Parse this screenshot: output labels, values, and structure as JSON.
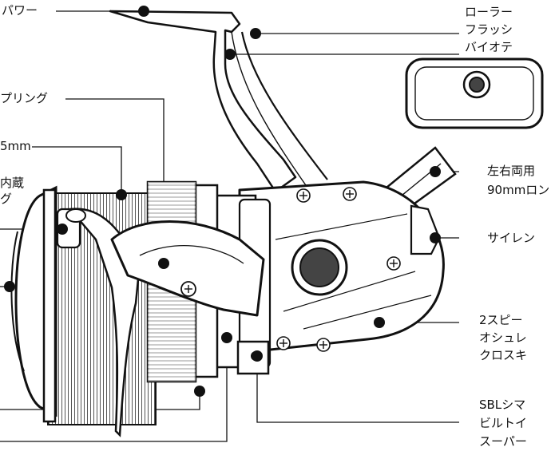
{
  "callouts": {
    "top_left": "パワー",
    "spring": "プリング",
    "size": "5mm",
    "builtin": "内蔵",
    "builtin_sub": "グ",
    "roller": "ローラー",
    "flash": "フラッシ",
    "bio": "バイオテ",
    "handle_1": "左右両用",
    "handle_2": "90mmロン",
    "silent": "サイレン",
    "speed_1": "2スピー",
    "speed_2": "オシュレ",
    "speed_3": "クロスキ",
    "sbl_1": "SBLシマ",
    "sbl_2": "ビルトイ",
    "sbl_3": "スーパー"
  },
  "colors": {
    "line": "#111111",
    "body": "#ffffff",
    "shade": "#dcdcdc",
    "dark": "#444444"
  }
}
